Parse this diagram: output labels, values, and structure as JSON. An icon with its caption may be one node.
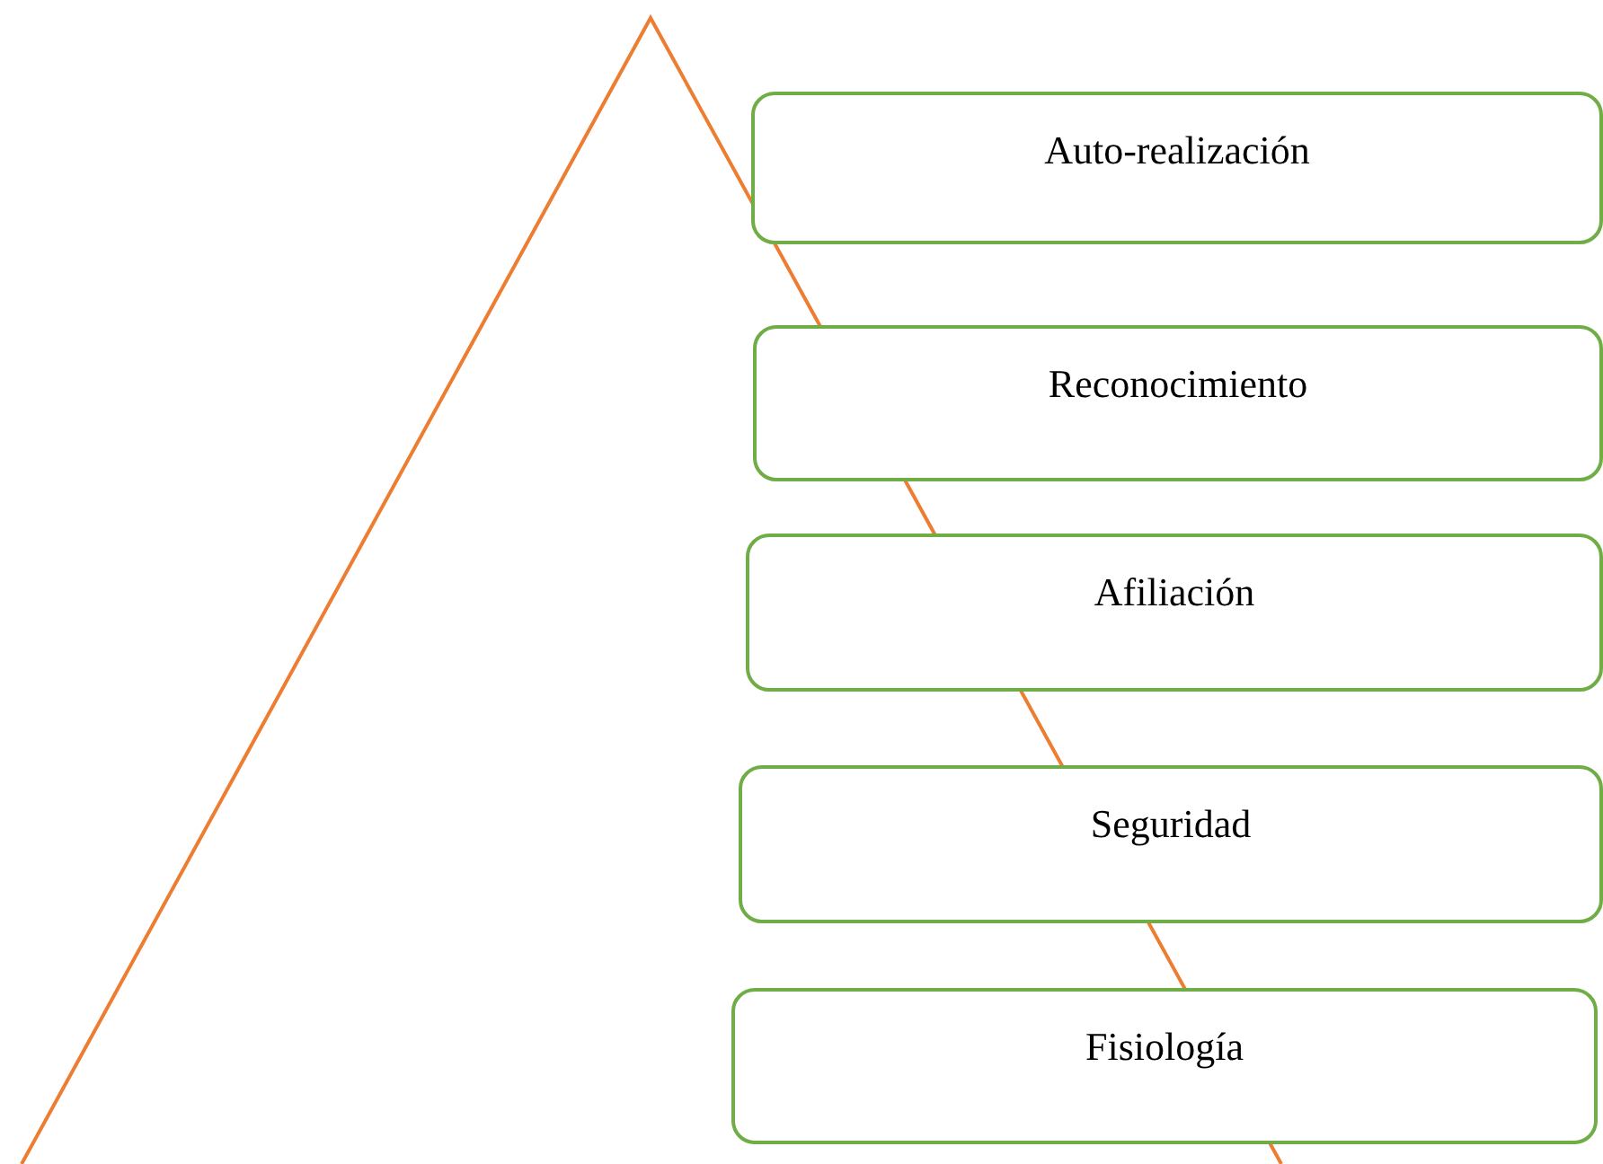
{
  "diagram": {
    "nodes": [
      {
        "text": [
          "Auto-realización"
        ]
      },
      {
        "text": [
          "Reconocimiento"
        ]
      },
      {
        "text": [
          "Afiliación"
        ]
      },
      {
        "text": [
          "Seguridad"
        ]
      },
      {
        "text": [
          "Fisiología"
        ]
      }
    ]
  }
}
